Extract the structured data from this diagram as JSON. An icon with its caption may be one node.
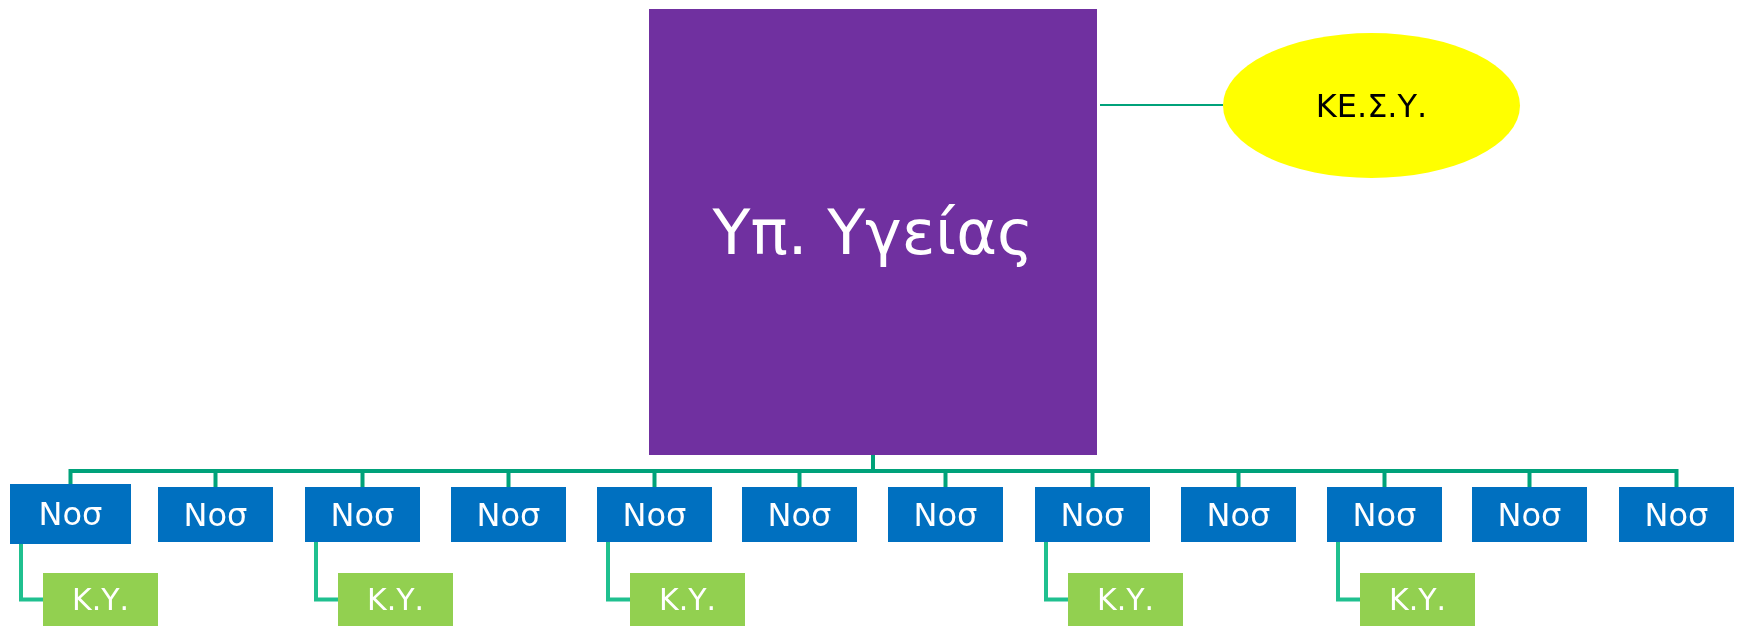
{
  "diagram": {
    "nodes": [
      {
        "text": [
          "Υπ. Υγείας"
        ]
      },
      {
        "text": [
          "ΚΕ.Σ.Υ."
        ]
      },
      {
        "text": [
          "Νοσ"
        ]
      },
      {
        "text": [
          "Νοσ"
        ]
      },
      {
        "text": [
          "Νοσ"
        ]
      },
      {
        "text": [
          "Νοσ"
        ]
      },
      {
        "text": [
          "Νοσ"
        ]
      },
      {
        "text": [
          "Νοσ"
        ]
      },
      {
        "text": [
          "Νοσ"
        ]
      },
      {
        "text": [
          "Νοσ"
        ]
      },
      {
        "text": [
          "Νοσ"
        ]
      },
      {
        "text": [
          "Νοσ"
        ]
      },
      {
        "text": [
          "Νοσ"
        ]
      },
      {
        "text": [
          "Νοσ"
        ]
      },
      {
        "text": [
          "Κ.Υ."
        ]
      },
      {
        "text": [
          "Κ.Υ."
        ]
      },
      {
        "text": [
          "Κ.Υ."
        ]
      },
      {
        "text": [
          "Κ.Υ."
        ]
      },
      {
        "text": [
          "Κ.Υ."
        ]
      }
    ],
    "edges": [
      {
        "from": 0,
        "to": 1,
        "arrow": "none"
      },
      {
        "from": 0,
        "to": 2,
        "arrow": "none"
      },
      {
        "from": 0,
        "to": 3,
        "arrow": "none"
      },
      {
        "from": 0,
        "to": 4,
        "arrow": "none"
      },
      {
        "from": 0,
        "to": 5,
        "arrow": "none"
      },
      {
        "from": 0,
        "to": 6,
        "arrow": "none"
      },
      {
        "from": 0,
        "to": 7,
        "arrow": "none"
      },
      {
        "from": 0,
        "to": 8,
        "arrow": "none"
      },
      {
        "from": 0,
        "to": 9,
        "arrow": "none"
      },
      {
        "from": 0,
        "to": 10,
        "arrow": "none"
      },
      {
        "from": 0,
        "to": 11,
        "arrow": "none"
      },
      {
        "from": 0,
        "to": 12,
        "arrow": "none"
      },
      {
        "from": 0,
        "to": 13,
        "arrow": "none"
      },
      {
        "from": 2,
        "to": 14,
        "arrow": "none",
        "color": "#1fc08f"
      },
      {
        "from": 4,
        "to": 15,
        "arrow": "none",
        "color": "#1fc08f"
      },
      {
        "from": 6,
        "to": 16,
        "arrow": "none",
        "color": "#1fc08f"
      },
      {
        "from": 9,
        "to": 17,
        "arrow": "none",
        "color": "#1fc08f"
      },
      {
        "from": 11,
        "to": 18,
        "arrow": "none",
        "color": "#1fc08f"
      }
    ]
  }
}
